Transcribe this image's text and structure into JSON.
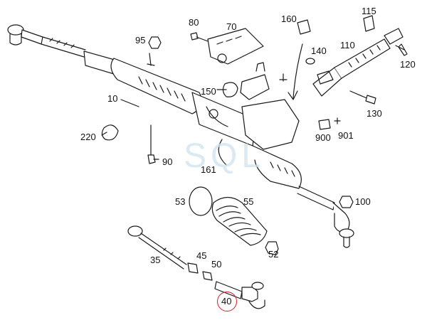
{
  "diagram": {
    "watermark_text": "SQL",
    "highlight_color": "#d42020",
    "line_color": "#1a1a1a",
    "parts": [
      {
        "id": "95",
        "label": "95"
      },
      {
        "id": "80",
        "label": "80"
      },
      {
        "id": "70",
        "label": "70"
      },
      {
        "id": "160",
        "label": "160"
      },
      {
        "id": "115",
        "label": "115"
      },
      {
        "id": "110",
        "label": "110"
      },
      {
        "id": "140",
        "label": "140"
      },
      {
        "id": "120",
        "label": "120"
      },
      {
        "id": "10",
        "label": "10"
      },
      {
        "id": "150",
        "label": "150"
      },
      {
        "id": "130",
        "label": "130"
      },
      {
        "id": "220",
        "label": "220"
      },
      {
        "id": "900",
        "label": "900"
      },
      {
        "id": "901",
        "label": "901"
      },
      {
        "id": "90",
        "label": "90"
      },
      {
        "id": "161",
        "label": "161"
      },
      {
        "id": "53",
        "label": "53"
      },
      {
        "id": "55",
        "label": "55"
      },
      {
        "id": "100",
        "label": "100"
      },
      {
        "id": "35",
        "label": "35"
      },
      {
        "id": "45",
        "label": "45"
      },
      {
        "id": "50",
        "label": "50"
      },
      {
        "id": "52",
        "label": "52"
      },
      {
        "id": "40",
        "label": "40",
        "highlighted": true
      }
    ]
  }
}
